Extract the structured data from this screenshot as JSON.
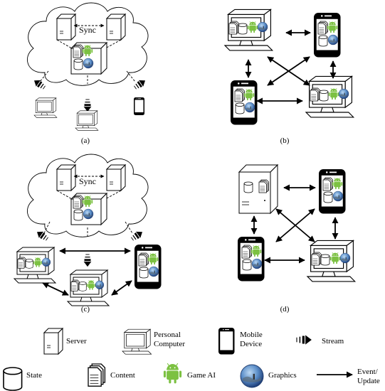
{
  "panels": {
    "a": {
      "label": "(a)",
      "sync": "Sync"
    },
    "b": {
      "label": "(b)"
    },
    "c": {
      "label": "(c)",
      "sync": "Sync"
    },
    "d": {
      "label": "(d)"
    }
  },
  "legend": {
    "server": "Server",
    "pc_line1": "Personal",
    "pc_line2": "Computer",
    "mobile_line1": "Mobile",
    "mobile_line2": "Device",
    "stream": "Stream",
    "state": "State",
    "content": "Content",
    "game_ai": "Game AI",
    "graphics": "Graphics",
    "event_line1": "Event/",
    "event_line2": "Update"
  },
  "icons": [
    "cloud-icon",
    "server-icon",
    "pc-icon",
    "mobile-icon",
    "stream-icon",
    "state-icon",
    "content-icon",
    "android-icon",
    "globe-icon",
    "arrow-icon"
  ],
  "colors": {
    "android_green": "#7cc142",
    "globe_blue": "#3b6fb6",
    "stroke": "#000000"
  }
}
